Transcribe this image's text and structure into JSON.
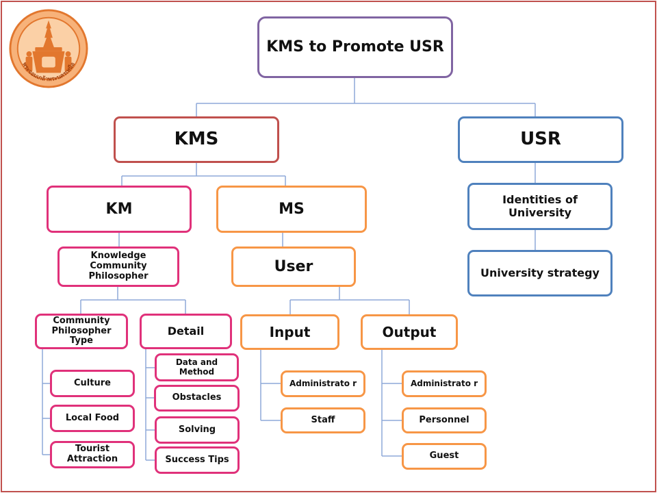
{
  "logo": {
    "text": "พระจอมเกล้าพระนครเหนือ"
  },
  "root": {
    "label": "KMS to Promote USR"
  },
  "kms": {
    "label": "KMS"
  },
  "usr": {
    "label": "USR"
  },
  "km": {
    "label": "KM"
  },
  "ms": {
    "label": "MS"
  },
  "identities": {
    "label": "Identities of University"
  },
  "strategy": {
    "label": "University strategy"
  },
  "knowledge": {
    "label": "Knowledge Community Philosopher"
  },
  "user": {
    "label": "User"
  },
  "cp_type": {
    "label": "Community Philosopher Type",
    "items": [
      "Culture",
      "Local Food",
      "Tourist Attraction"
    ]
  },
  "detail": {
    "label": "Detail",
    "items": [
      "Data and Method",
      "Obstacles",
      "Solving",
      "Success Tips"
    ]
  },
  "input": {
    "label": "Input",
    "items": [
      "Administrato r",
      "Staff"
    ]
  },
  "output": {
    "label": "Output",
    "items": [
      "Administrato r",
      "Personnel",
      "Guest"
    ]
  },
  "colors": {
    "line": "#4f81bd",
    "purple": "#8064a2",
    "red": "#c0504d",
    "blue": "#4f81bd",
    "pink": "#e0317a",
    "orange": "#f79646"
  }
}
